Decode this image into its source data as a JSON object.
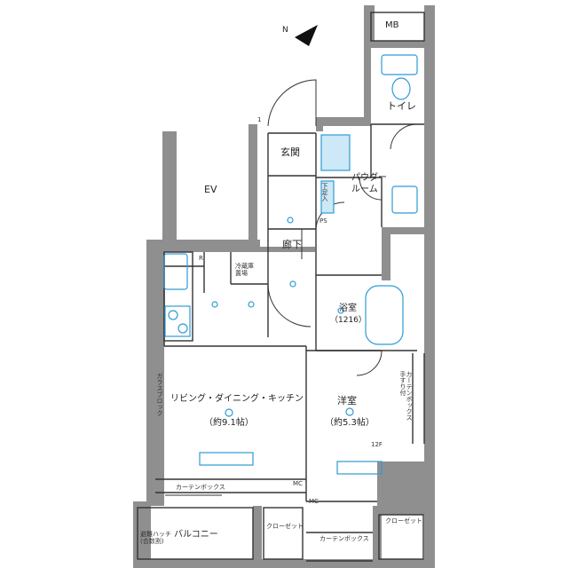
{
  "compass": {
    "label": "N"
  },
  "rooms": {
    "mb": "MB",
    "toilet": "トイレ",
    "entrance": "玄関",
    "powder_room": "パウダー\nルーム",
    "shoe_box": "下足入",
    "ps": "PS",
    "ev": "EV",
    "hallway": "廊下",
    "fridge": "冷蔵庫\n置場",
    "bath": "浴室",
    "bath_size": "（1216）",
    "ldk": "リビング・ダイニング・キッチン",
    "ldk_size": "（約9.1帖）",
    "western": "洋室",
    "western_size": "（約5.3帖）",
    "closet_left": "クローゼット",
    "closet_right": "クローゼット",
    "balcony": "バルコニー"
  },
  "annotations": {
    "curtain_box_ldk": "カーテンボックス",
    "curtain_box_western_side": "カーテンボックス\n手すり付",
    "curtain_box_bottom": "カーテンボックス",
    "balcony_escape": "避難ハッチ\n(合数割)",
    "ldk_side_label": "ガラスブロック",
    "mc_1": "MC",
    "mc_2": "MC",
    "r_mark": "R",
    "circle_1": "1",
    "height_label": "12F"
  },
  "colors": {
    "wall": "#8f8f8f",
    "fixture": "#2e9bd6",
    "line": "#333333"
  }
}
